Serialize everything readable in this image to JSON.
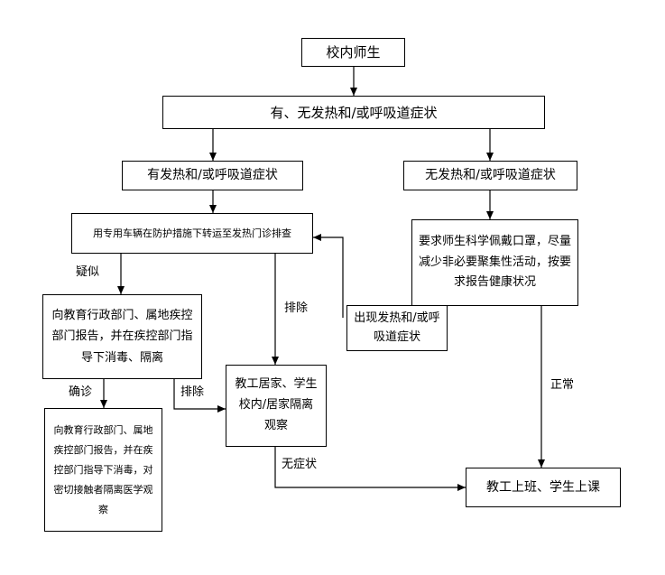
{
  "nodes": {
    "start": "校内师生",
    "symptom_check": "有、无发热和/或呼吸道症状",
    "has_symptom": "有发热和/或呼吸道症状",
    "no_symptom": "无发热和/或呼吸道症状",
    "transfer_clinic": "用专用车辆在防护措施下转运至发热门诊排查",
    "mask_guidance": "要求师生科学佩戴口罩，尽量减少非必要聚集性活动，按要求报告健康状况",
    "suspected_report": "向教育行政部门、属地疾控部门报告，并在疾控部门指导下消毒、隔离",
    "confirmed_report": "向教育行政部门、属地疾控部门报告，并在疾控部门指导下消毒，对密切接触者隔离医学观察",
    "home_isolation": "教工居家、学生校内/居家隔离观察",
    "normal_class": "教工上班、学生上课"
  },
  "edge_labels": {
    "suspected": "疑似",
    "excluded_1": "排除",
    "excluded_2": "排除",
    "confirmed": "确诊",
    "fever_appears": "出现发热和/或呼吸道症状",
    "normal": "正常",
    "no_symptom": "无症状"
  }
}
